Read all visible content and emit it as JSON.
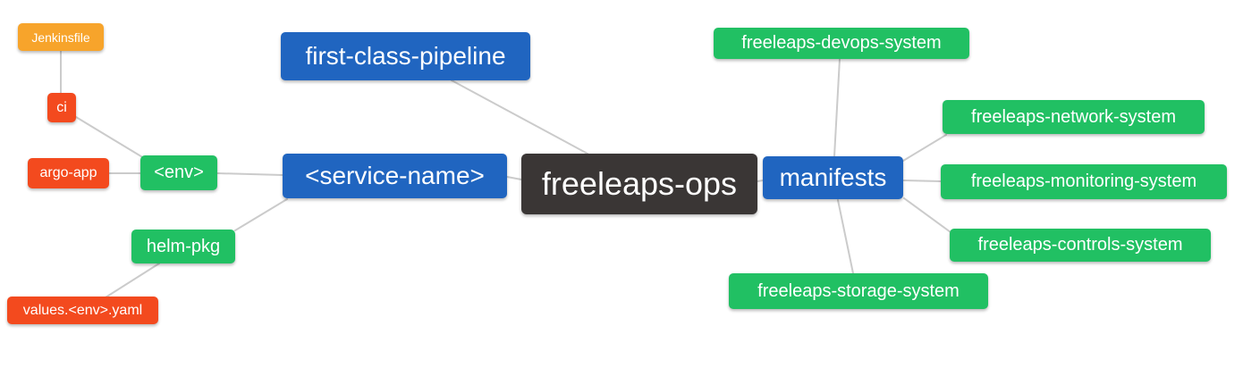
{
  "diagram": {
    "type": "mindmap",
    "root_label": "freeleaps-ops",
    "palette": {
      "root_bg": "#3A3635",
      "branch_blue": "#2065C0",
      "leaf_green": "#21C063",
      "leaf_red": "#F34A1E",
      "leaf_orange": "#F7A42B",
      "text": "#FFFFFF",
      "edge": "#CBCBCB",
      "background": "#FFFFFF"
    },
    "nodes": {
      "jenkinsfile": {
        "label": "Jenkinsfile",
        "color": "#F7A42B"
      },
      "ci": {
        "label": "ci",
        "color": "#F34A1E"
      },
      "argo_app": {
        "label": "argo-app",
        "color": "#F34A1E"
      },
      "env": {
        "label": "<env>",
        "color": "#21C063"
      },
      "helm_pkg": {
        "label": "helm-pkg",
        "color": "#21C063"
      },
      "values_yaml": {
        "label": "values.<env>.yaml",
        "color": "#F34A1E"
      },
      "first_class_pipeline": {
        "label": "first-class-pipeline",
        "color": "#2065C0"
      },
      "service_name": {
        "label": "<service-name>",
        "color": "#2065C0"
      },
      "freeleaps_ops": {
        "label": "freeleaps-ops",
        "color": "#3A3635"
      },
      "manifests": {
        "label": "manifests",
        "color": "#2065C0"
      },
      "devops_system": {
        "label": "freeleaps-devops-system",
        "color": "#21C063"
      },
      "network_system": {
        "label": "freeleaps-network-system",
        "color": "#21C063"
      },
      "monitoring_system": {
        "label": "freeleaps-monitoring-system",
        "color": "#21C063"
      },
      "controls_system": {
        "label": "freeleaps-controls-system",
        "color": "#21C063"
      },
      "storage_system": {
        "label": "freeleaps-storage-system",
        "color": "#21C063"
      }
    },
    "edges": [
      {
        "from": "jenkinsfile",
        "to": "ci"
      },
      {
        "from": "ci",
        "to": "env"
      },
      {
        "from": "argo_app",
        "to": "env"
      },
      {
        "from": "env",
        "to": "service_name"
      },
      {
        "from": "service_name",
        "to": "helm_pkg"
      },
      {
        "from": "helm_pkg",
        "to": "values_yaml"
      },
      {
        "from": "first_class_pipeline",
        "to": "freeleaps_ops"
      },
      {
        "from": "service_name",
        "to": "freeleaps_ops"
      },
      {
        "from": "freeleaps_ops",
        "to": "manifests"
      },
      {
        "from": "manifests",
        "to": "devops_system"
      },
      {
        "from": "manifests",
        "to": "network_system"
      },
      {
        "from": "manifests",
        "to": "monitoring_system"
      },
      {
        "from": "manifests",
        "to": "controls_system"
      },
      {
        "from": "manifests",
        "to": "storage_system"
      }
    ]
  }
}
